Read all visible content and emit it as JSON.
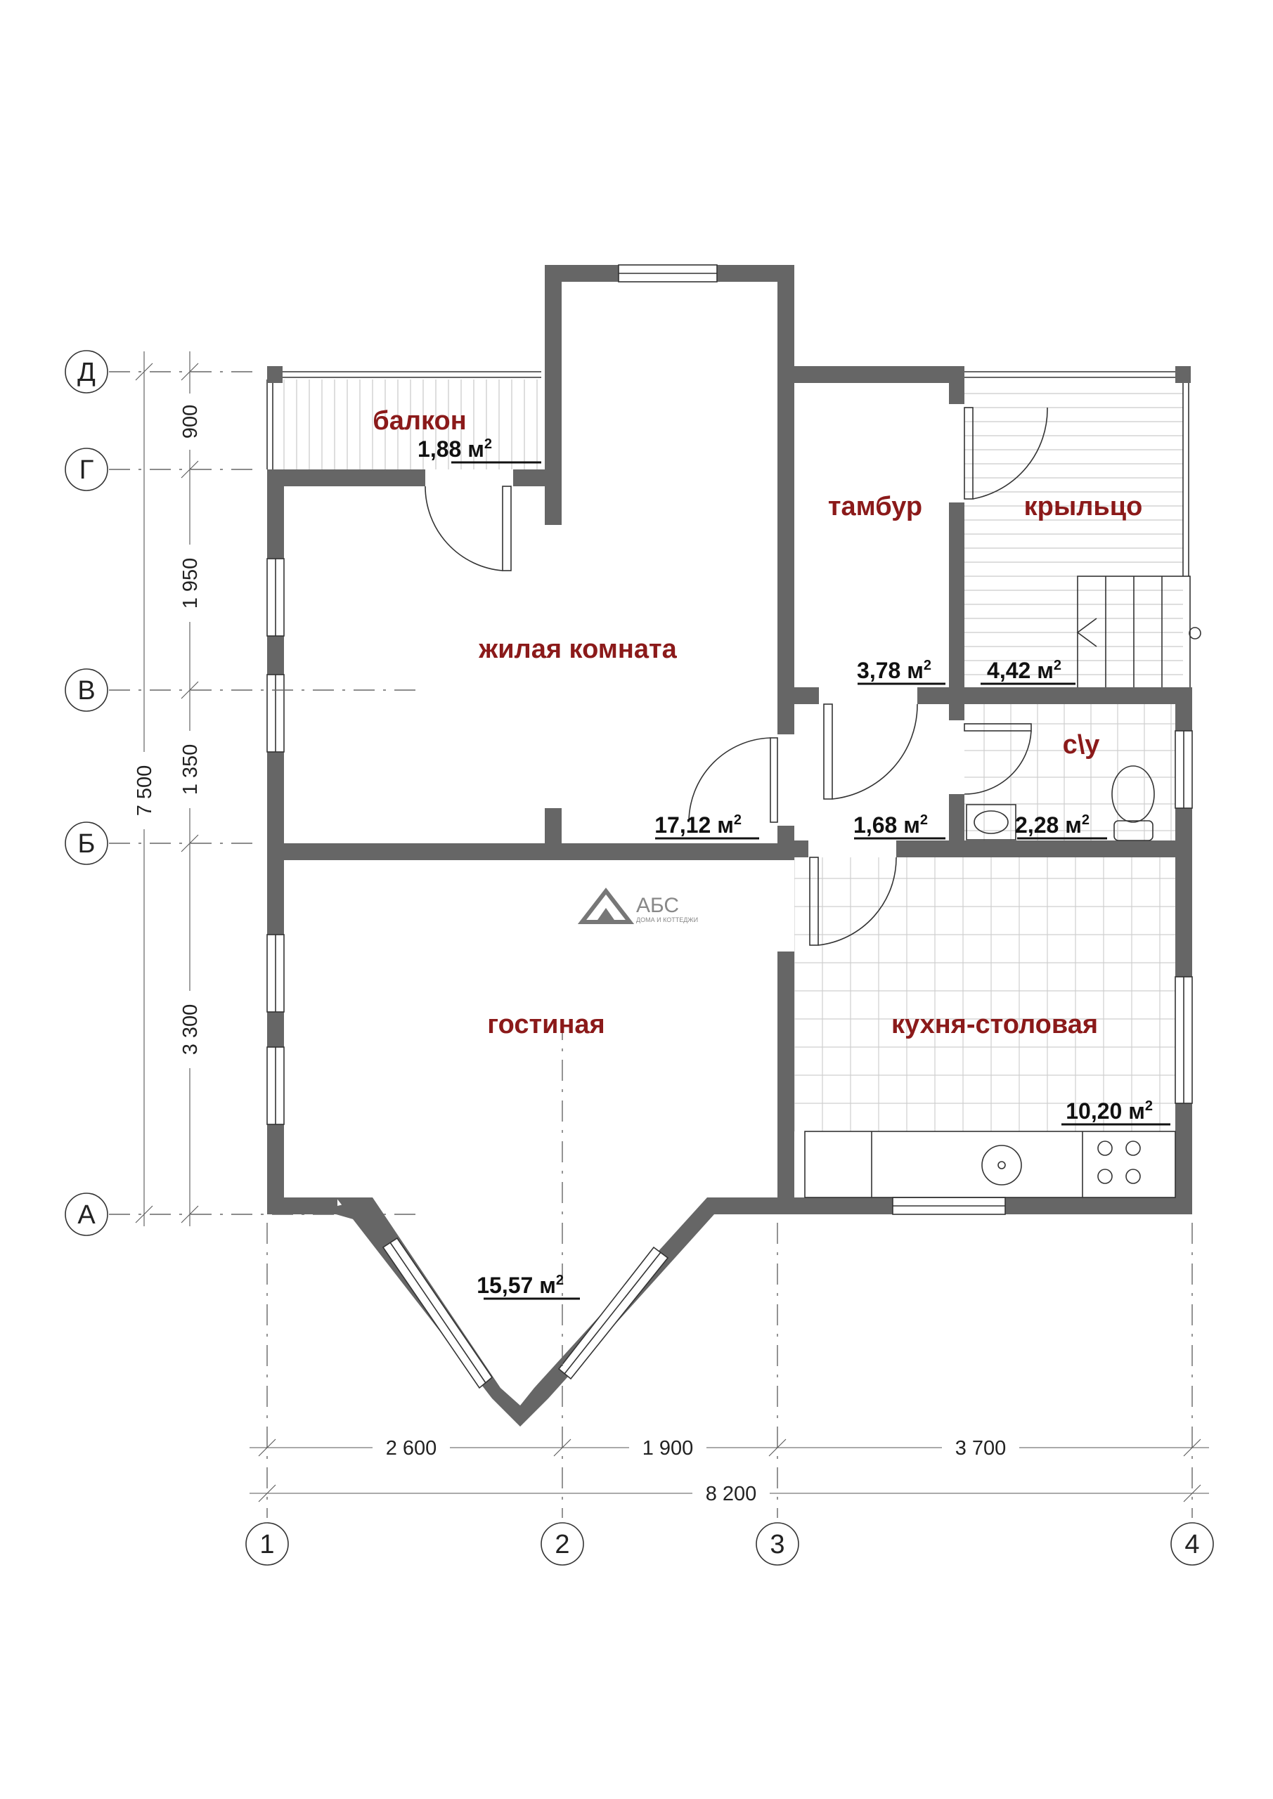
{
  "rooms": {
    "balcony": {
      "name": "балкон",
      "area": "1,88 м"
    },
    "living_room": {
      "name": "жилая комната",
      "area": "17,12 м"
    },
    "vestibule": {
      "name": "тамбур",
      "area": "3,78 м"
    },
    "porch": {
      "name": "крыльцо",
      "area": "4,42 м"
    },
    "wc": {
      "name": "с\\у",
      "area": "2,28 м"
    },
    "hall": {
      "area": "1,68 м"
    },
    "lounge": {
      "name": "гостиная",
      "area": "15,57 м"
    },
    "kitchen": {
      "name": "кухня-столовая",
      "area": "10,20 м"
    }
  },
  "area_superscript": "2",
  "axes_rows": [
    "Д",
    "Г",
    "В",
    "Б",
    "А"
  ],
  "axes_cols": [
    "1",
    "2",
    "3",
    "4"
  ],
  "dims_vertical": {
    "d1": "900",
    "d2": "1 950",
    "d3": "1 350",
    "d4": "3 300",
    "total": "7 500"
  },
  "dims_horizontal": {
    "d1": "2 600",
    "d2": "1 900",
    "d3": "3 700",
    "total": "8 200"
  },
  "logo": {
    "mark": "АБС",
    "tagline": "ДОМА И КОТТЕДЖИ"
  },
  "colors": {
    "wall": "#666666",
    "room_label": "#8b1a1a",
    "tile": "#cfcfcf"
  }
}
